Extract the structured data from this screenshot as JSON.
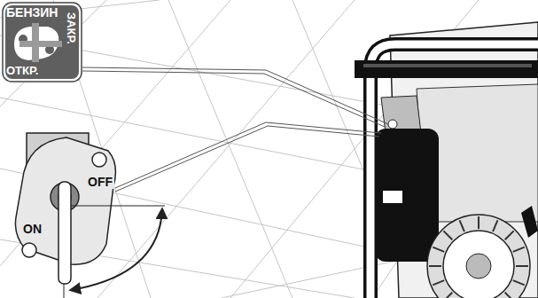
{
  "diagram": {
    "nodes": [
      {
        "text": [
          "БЕНЗИН",
          "ЗАКР.",
          "ОТКР."
        ]
      },
      {
        "text": [
          "OFF",
          "ON"
        ]
      }
    ]
  }
}
